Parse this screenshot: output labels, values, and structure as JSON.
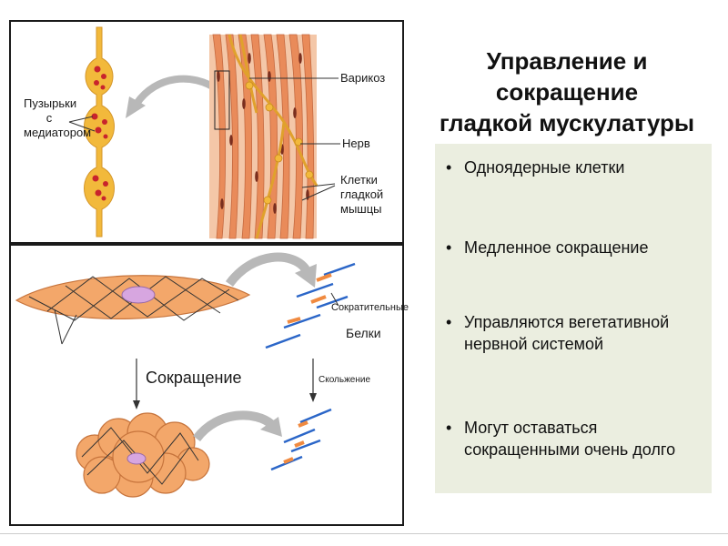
{
  "slide": {
    "title_line1": "Управление и сокращение",
    "title_line2": "гладкой мускулатуры"
  },
  "top_figure": {
    "vesicles_label_line1": "Пузырьки",
    "vesicles_label_line2": "с",
    "vesicles_label_line3": "медиатором",
    "varicosity_label": "Варикоз",
    "nerve_label": "Нерв",
    "cells_label_line1": "Клетки",
    "cells_label_line2": "гладкой",
    "cells_label_line3": "мышцы"
  },
  "bottom_figure": {
    "contraction_label": "Сокращение",
    "contractile_label": "Сократительные",
    "proteins_label": "Белки",
    "sliding_label": "Скольжение"
  },
  "bullets": [
    "Одноядерные клетки",
    "Медленное сокращение",
    "Управляются вегетативной нервной системой",
    "Могут оставаться сокращенными очень долго"
  ],
  "colors": {
    "fiber": "#e98b5a",
    "fiber_dark": "#b85a35",
    "nerve": "#f2b93b",
    "vesicle": "#c8242c",
    "nucleus": "#d7a6e0",
    "filament_blue": "#2b66c8",
    "filament_orange": "#f08a40",
    "arrow_gray": "#b8b8b8",
    "info_bg": "#ebeee0"
  }
}
